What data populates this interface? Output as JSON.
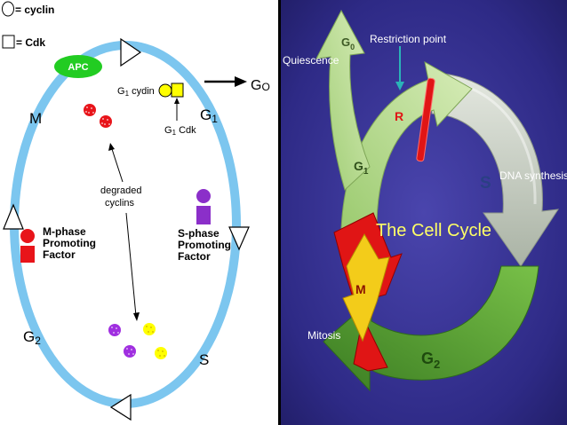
{
  "left_diagram": {
    "legend": {
      "cyclin": "= cyclin",
      "cdk": "= Cdk"
    },
    "apc": "APC",
    "phases": {
      "m": "M",
      "g2": "G",
      "g2_sub": "2",
      "s": "S",
      "g1": "G",
      "g1_sub": "1",
      "g0": "G",
      "g0_sub": "O"
    },
    "g1_cyclin": {
      "prefix": "G",
      "sub": "1",
      "text": " cydin"
    },
    "g1_cdk": {
      "prefix": "G",
      "sub": "1",
      "text": " Cdk"
    },
    "degraded": {
      "line1": "degraded",
      "line2": "cyclins"
    },
    "m_factor": {
      "line1": "M-phase",
      "line2": "Promoting",
      "line3": "Factor"
    },
    "s_factor": {
      "line1": "S-phase",
      "line2": "Promoting",
      "line3": "Factor"
    },
    "colors": {
      "ring": "#7cc6ef",
      "apc": "#22cc22",
      "cyclin_yellow": "#ffff00",
      "factor_red": "#e8141a",
      "factor_purple": "#8b2fc9"
    }
  },
  "right_diagram": {
    "title": "The Cell Cycle",
    "restriction_point": "Restriction point",
    "quiescence": "Quiescence",
    "dna_synthesis": "DNA synthesis",
    "mitosis": "Mitosis",
    "g0": {
      "main": "G",
      "sub": "0"
    },
    "g1": {
      "main": "G",
      "sub": "1"
    },
    "g2": {
      "main": "G",
      "sub": "2"
    },
    "r": "R",
    "s": "S",
    "m": "M",
    "colors": {
      "background": "#3a3593",
      "title": "#ffff66",
      "arrow_green": "#b8d98a",
      "arrow_grey": "#c9d0c4",
      "arrow_dark_green": "#4f9a2e",
      "arrow_red": "#e01515",
      "arrow_yellow": "#f3cc1a",
      "label": "#ffffff"
    }
  }
}
